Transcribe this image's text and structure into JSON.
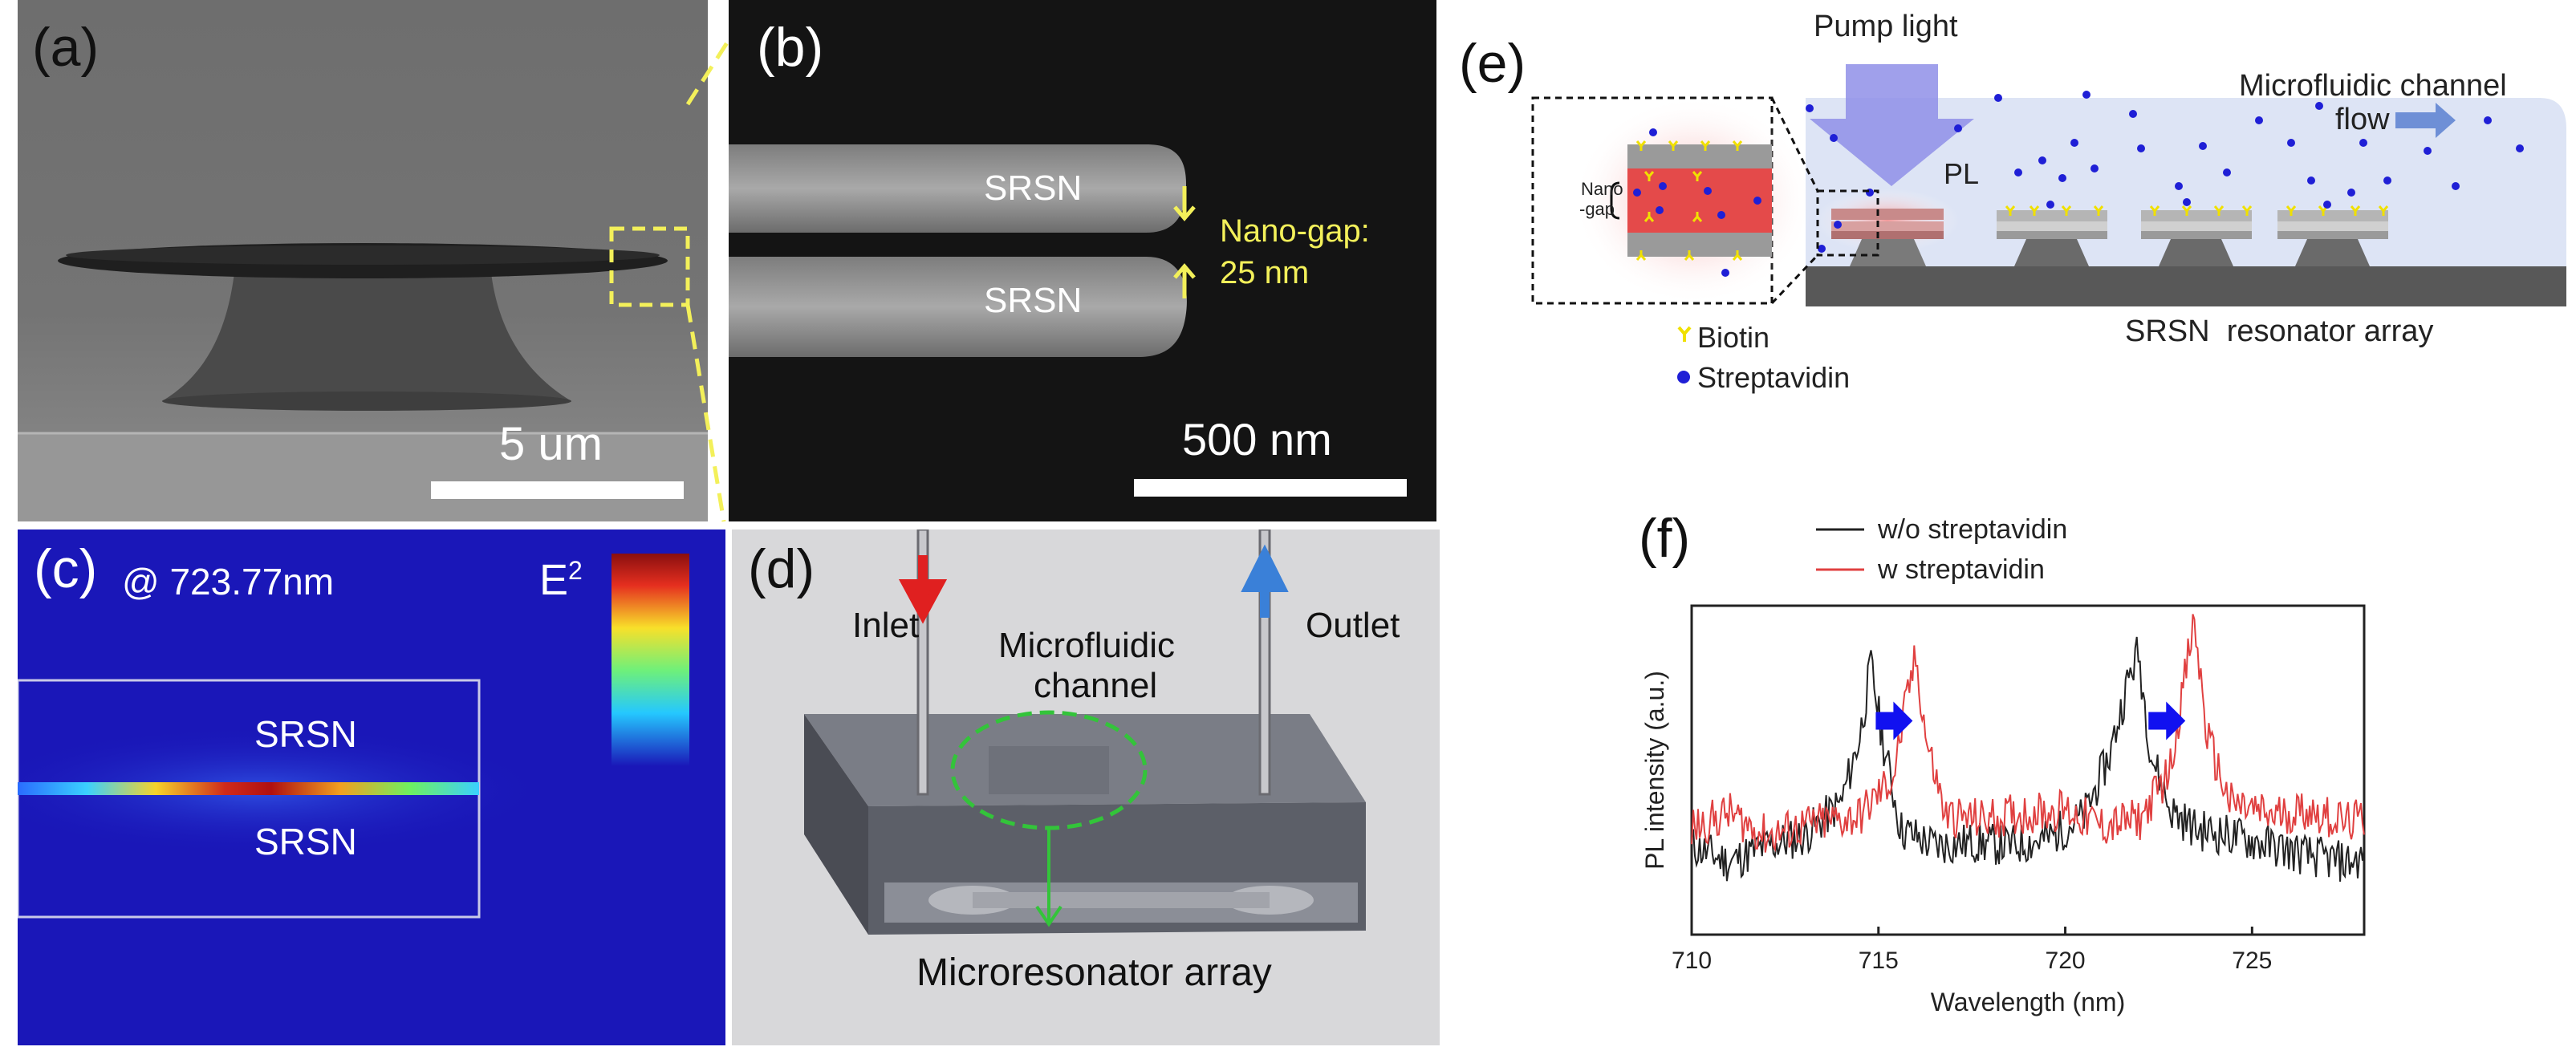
{
  "panel_a": {
    "label": "(a)",
    "scale_bar": "5 um"
  },
  "panel_b": {
    "label": "(b)",
    "top_strip": "SRSN",
    "bottom_strip": "SRSN",
    "gap_label": "Nano-gap:",
    "gap_value": "25 nm",
    "scale_bar": "500 nm"
  },
  "panel_c": {
    "label": "(c)",
    "wavelength": "@ 723.77nm",
    "colorbar_label": "E",
    "colorbar_sup": "2",
    "top_layer": "SRSN",
    "bottom_layer": "SRSN"
  },
  "panel_d": {
    "label": "(d)",
    "inlet": "Inlet",
    "outlet": "Outlet",
    "channel_line1": "Microfluidic",
    "channel_line2": "channel",
    "array": "Microresonator array"
  },
  "panel_e": {
    "label": "(e)",
    "pump": "Pump light",
    "pl": "PL",
    "channel_line1": "Microfluidic channel",
    "channel_line2": "flow",
    "array": "SRSN  resonator array",
    "inset_line1": "Nano",
    "inset_line2": "-gap",
    "legend_biotin": "Biotin",
    "legend_strep": "Streptavidin",
    "colors": {
      "channel": "#dde4f5",
      "pump": "#8f8fe8",
      "particle": "#1f1fd6",
      "biotin": "#f0e000",
      "substrate": "#585858",
      "flow_arrow": "#6e8fd6"
    }
  },
  "panel_f": {
    "label": "(f)"
  },
  "chart_data": {
    "type": "line",
    "xlabel": "Wavelength (nm)",
    "ylabel": "PL intensity (a.u.)",
    "xlim": [
      710,
      728
    ],
    "xticks": [
      "710",
      "715",
      "720",
      "725"
    ],
    "legend_position": "top-left",
    "series": [
      {
        "name": "w/o streptavidin",
        "color": "#222222",
        "x": [
          710.0,
          711.0,
          712.0,
          713.0,
          714.0,
          714.5,
          714.8,
          715.1,
          715.6,
          716.5,
          717.5,
          718.5,
          719.5,
          720.5,
          721.2,
          721.7,
          721.95,
          722.3,
          722.8,
          723.5,
          724.5,
          725.5,
          726.5,
          727.5,
          728.0
        ],
        "y": [
          0.27,
          0.22,
          0.27,
          0.3,
          0.4,
          0.6,
          0.82,
          0.6,
          0.32,
          0.27,
          0.28,
          0.27,
          0.29,
          0.36,
          0.55,
          0.78,
          0.86,
          0.55,
          0.38,
          0.32,
          0.3,
          0.27,
          0.24,
          0.22,
          0.23
        ]
      },
      {
        "name": "w streptavidin",
        "color": "#e04040",
        "x": [
          710.0,
          711.0,
          712.0,
          713.0,
          714.5,
          715.4,
          715.8,
          716.0,
          716.3,
          716.8,
          717.8,
          719.0,
          720.0,
          721.0,
          722.0,
          722.8,
          723.2,
          723.45,
          723.8,
          724.4,
          725.5,
          726.5,
          727.5,
          728.0
        ],
        "y": [
          0.32,
          0.37,
          0.3,
          0.33,
          0.36,
          0.48,
          0.74,
          0.84,
          0.58,
          0.36,
          0.35,
          0.37,
          0.38,
          0.33,
          0.35,
          0.5,
          0.78,
          0.95,
          0.6,
          0.4,
          0.36,
          0.38,
          0.34,
          0.35
        ]
      }
    ],
    "annotations": [
      "blue arrow at ~715.4",
      "blue arrow at ~722.6"
    ]
  }
}
